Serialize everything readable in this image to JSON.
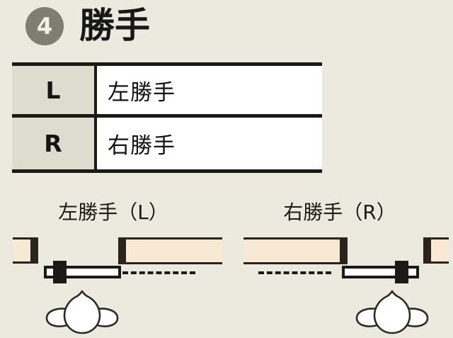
{
  "header": {
    "badge_number": "4",
    "title": "勝手"
  },
  "table": {
    "rows": [
      {
        "key": "L",
        "value": "左勝手"
      },
      {
        "key": "R",
        "value": "右勝手"
      }
    ]
  },
  "diagrams": [
    {
      "id": "left-hand",
      "label": "左勝手（L）",
      "label_plain": "左勝手(L)",
      "hand": "L",
      "stub_side": "left",
      "panel_side": "right",
      "door_travel_direction": "right",
      "person_position": "left-of-center",
      "parts": {
        "wall_stub": "wall-stub",
        "wall_panel": "wall-panel",
        "sliding_door": "sliding-door",
        "handle": "door-handle",
        "travel_line": "dashed-travel-line",
        "person": "person-top-view"
      }
    },
    {
      "id": "right-hand",
      "label": "右勝手（R）",
      "label_plain": "右勝手(R)",
      "hand": "R",
      "stub_side": "right",
      "panel_side": "left",
      "door_travel_direction": "left",
      "person_position": "right-of-center",
      "parts": {
        "wall_stub": "wall-stub",
        "wall_panel": "wall-panel",
        "sliding_door": "sliding-door",
        "handle": "door-handle",
        "travel_line": "dashed-travel-line",
        "person": "person-top-view"
      }
    }
  ],
  "colors": {
    "page_background": "#eceade",
    "badge_gray": "#7e7e72",
    "key_cell_background": "#dedcce",
    "value_cell_background": "#ffffff",
    "rule_black": "#1c1a17",
    "wall_beige": "#f7e9d4",
    "wall_edge_dark": "#2b241d",
    "text_black": "#161412"
  }
}
